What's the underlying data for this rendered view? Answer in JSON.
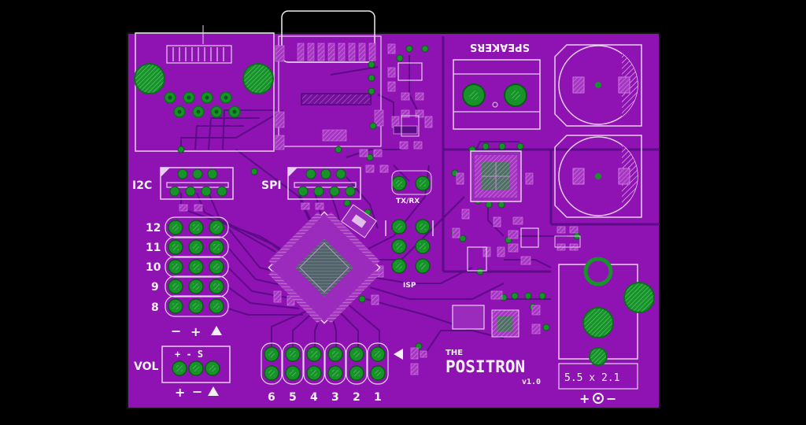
{
  "board": {
    "title_small": "THE",
    "title": "POSITRON",
    "version": "v1.0",
    "colors": {
      "background": "#000000",
      "pcb": "#8f12b3",
      "trace": "#5d0b88",
      "pad": "#17932a",
      "pad_hatch": "#4cc94f",
      "silkscreen": "#f2f2f2",
      "smd_pad": "#bb55cc"
    }
  },
  "labels": {
    "i2c": "I2C",
    "spi": "SPI",
    "txrx": "TX/RX",
    "isp": "ISP",
    "vol": "VOL",
    "speakers": "SPEAKERS",
    "power_size": "5.5 x 2.1",
    "vol_pins": "+ - S",
    "power_plus": "+",
    "power_minus": "−"
  },
  "rows": [
    "12",
    "11",
    "10",
    "9",
    "8"
  ],
  "columns": [
    "6",
    "5",
    "4",
    "3",
    "2",
    "1"
  ],
  "row_footer": {
    "minus": "−",
    "plus": "+"
  },
  "vol_footer": {
    "plus": "+",
    "minus": "−"
  }
}
